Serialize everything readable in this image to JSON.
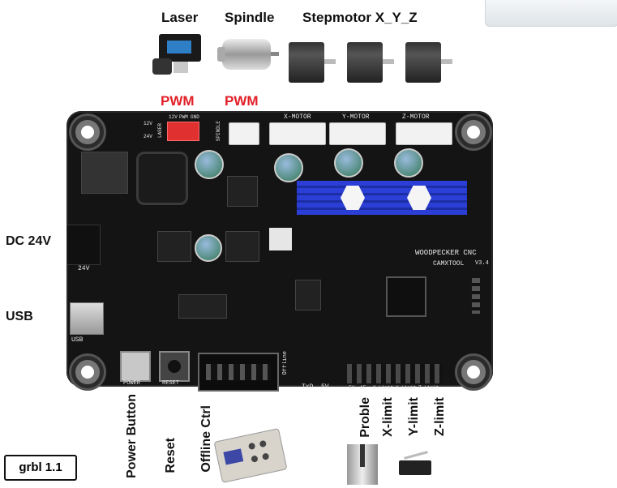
{
  "labels": {
    "laser": "Laser",
    "spindle": "Spindle",
    "stepmotor": "Stepmotor X_Y_Z",
    "pwm_laser": "PWM",
    "pwm_spindle": "PWM",
    "dc": "DC 24V",
    "usb": "USB",
    "grbl": "grbl 1.1",
    "power_button": "Power Button",
    "reset": "Reset",
    "offline_ctrl": "Offline Ctrl",
    "proble": "Proble",
    "x_limit": "X-limit",
    "y_limit": "Y-limit",
    "z_limit": "Z-limit"
  },
  "silkscreen": {
    "x_motor": "X-MOTOR",
    "y_motor": "Y-MOTOR",
    "z_motor": "Z-MOTOR",
    "spindle": "SPINDLE",
    "laser": "LASER",
    "brand": "WOODPECKER CNC",
    "brand2": "CAMXTOOL",
    "version": "V3.4",
    "power": "POWER",
    "reset": "RESET",
    "offline": "Offline",
    "txd": "TxD",
    "v5": "5V",
    "v12": "12V",
    "v24": "24V",
    "hdr_12v": "12V",
    "hdr_pwm": "PWM",
    "hdr_gnd": "GND",
    "v24_board": "24V",
    "usb_board": "USB",
    "pin_labels": [
      "5V",
      "A5",
      "X-Limit",
      "Y-Limit",
      "Z-Limit"
    ]
  },
  "colors": {
    "pwm": "#e21f26",
    "board": "#141414",
    "heatsink": "#2b3fd6"
  }
}
